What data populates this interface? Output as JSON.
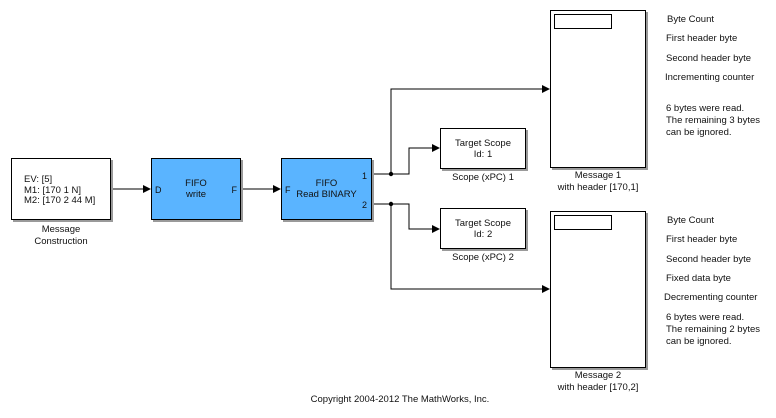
{
  "blocks": {
    "message_construction": {
      "lines": [
        "EV: [5]",
        "M1: [170 1 N]",
        "M2: [170 2 44 M]"
      ],
      "caption": [
        "Message",
        "Construction"
      ]
    },
    "fifo_write": {
      "title": [
        "FIFO",
        "write"
      ],
      "in_port": "D",
      "out_port": "F"
    },
    "fifo_read": {
      "title": [
        "FIFO",
        "Read BINARY"
      ],
      "in_port": "F",
      "out_ports": [
        "1",
        "2"
      ]
    },
    "scope1": {
      "title": [
        "Target Scope",
        "Id: 1"
      ],
      "caption": "Scope (xPC) 1"
    },
    "scope2": {
      "title": [
        "Target Scope",
        "Id: 2"
      ],
      "caption": "Scope (xPC) 2"
    },
    "message1": {
      "caption": [
        "Message 1",
        "with header [170,1]"
      ]
    },
    "message2": {
      "caption": [
        "Message 2",
        "with header [170,2]"
      ]
    }
  },
  "annotations": {
    "message1": [
      "Byte Count",
      "First header byte",
      "Second header byte",
      "Incrementing counter"
    ],
    "message1_note": [
      "6 bytes were read.",
      "The remaining 3 bytes",
      "can be ignored."
    ],
    "message2": [
      "Byte Count",
      "First header byte",
      "Second header byte",
      "Fixed data byte",
      "Decrementing counter"
    ],
    "message2_note": [
      "6 bytes were read.",
      "The remaining 2 bytes",
      "can be ignored."
    ]
  },
  "copyright": "Copyright 2004-2012 The MathWorks, Inc.",
  "colors": {
    "fifo_block": "#5ab4ff",
    "shadow": "#9a9a9a",
    "line": "#000000"
  }
}
